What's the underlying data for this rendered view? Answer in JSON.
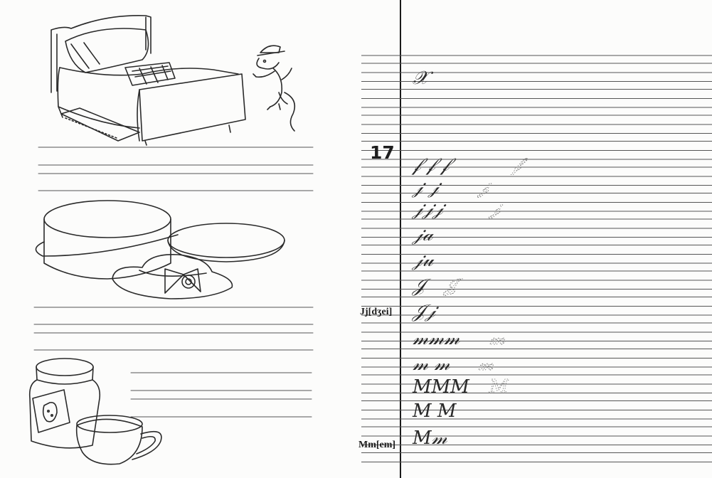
{
  "worksheet": {
    "lesson_number": "17",
    "letter_labels": {
      "j": "Jj[dʒei]",
      "m": "Mm[em]"
    },
    "copy_rows": [
      {
        "model": "𝒳",
        "traced": false
      },
      {
        "model": "𝒻 𝒻 𝒻",
        "traced": true
      },
      {
        "model": "𝒿 𝒿",
        "traced": true
      },
      {
        "model": "𝒿𝒿𝒿",
        "traced": true
      },
      {
        "model": "𝒿𝒶",
        "traced": false
      },
      {
        "model": "𝒿𝓊",
        "traced": false
      },
      {
        "model": "𝒥",
        "traced": true
      },
      {
        "model": "𝒥𝒿",
        "traced": false
      },
      {
        "model": "𝓂𝓂𝓂",
        "traced": true
      },
      {
        "model": "𝓂 𝓂",
        "traced": true
      },
      {
        "model": "𝑀𝑀𝑀",
        "traced": true
      },
      {
        "model": "𝑀 𝑀",
        "traced": false
      },
      {
        "model": "𝑀𝓂",
        "traced": false
      }
    ],
    "pictures": [
      "bed-with-mouse",
      "hatbox-and-hat",
      "jam-jar-and-cup"
    ],
    "ink_color": "#2a2a2a",
    "paper_color": "#fcfcfb"
  }
}
